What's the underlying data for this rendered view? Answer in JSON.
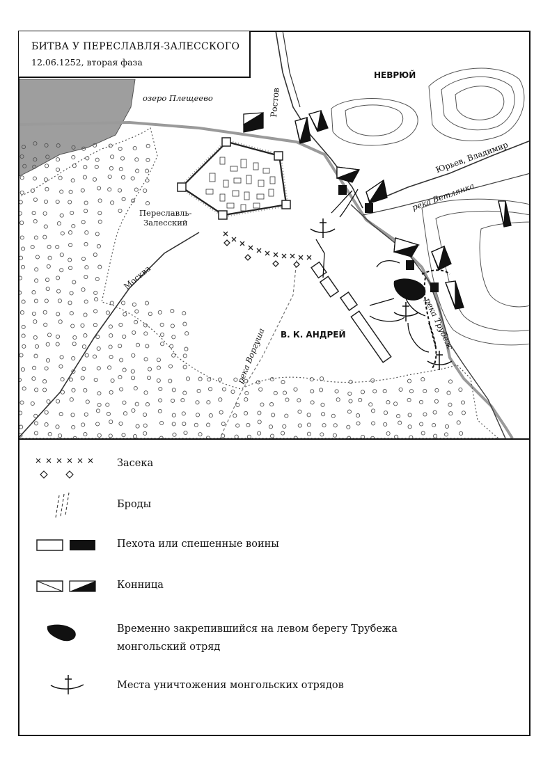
{
  "title": {
    "main": "БИТВА У ПЕРЕСЛАВЛЯ-ЗАЛЕССКОГО",
    "sub": "12.06.1252, вторая фаза"
  },
  "map_labels": {
    "lake": "озеро Плещеево",
    "nevryuy": "НЕВРЮЙ",
    "rostov": "Ростов",
    "yuryev": "Юрьев, Владимир",
    "vetlyanka": "река Ветлянка",
    "town": "Переславль-\nЗалесский",
    "moskva": "Москва",
    "andrey": "В. К. АНДРЕЙ",
    "vorgusha": "река Воргуша",
    "trubezh": "река Трубеж"
  },
  "legend": [
    {
      "label": "Засека",
      "icon": "abatis-icon"
    },
    {
      "label": "Броды",
      "icon": "fords-icon"
    },
    {
      "label": "Пехота или спешенные воины",
      "icon": "infantry-icon"
    },
    {
      "label": "Конница",
      "icon": "cavalry-icon"
    },
    {
      "label": "Временно закрепившийся на левом берегу Трубежа\nмонгольский отряд",
      "icon": "mongol-detachment-icon"
    },
    {
      "label": "Места уничтожения монгольских отрядов",
      "icon": "destruction-site-icon"
    }
  ]
}
